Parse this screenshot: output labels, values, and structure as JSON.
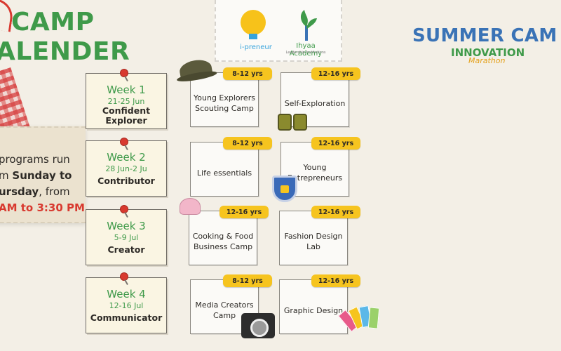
{
  "title": {
    "line1": "CAMP",
    "line2": "ALENDER"
  },
  "note": {
    "line1": "programs run",
    "line2_pre": "m ",
    "line2_bold": "Sunday to",
    "line3_bold": "ursday",
    "line3_post": ", from",
    "line4": "AM to 3:30 PM"
  },
  "logos": {
    "left": "i-preneur",
    "right": "Ihyaa Academy",
    "right_sub": "Leadership Institutions"
  },
  "summer": {
    "title": "SUMMER CAM",
    "subtitle": "INNOVATION",
    "script": "Marathon"
  },
  "colors": {
    "green": "#3f9a4a",
    "yellow": "#f6c41f",
    "blue": "#3a73b6",
    "red": "#d8392f"
  },
  "weeks": [
    {
      "label": "Week 1",
      "dates": "21-25 Jun",
      "name": "Confident Explorer"
    },
    {
      "label": "Week 2",
      "dates": "28 Jun-2 Ju",
      "name": "Contributor"
    },
    {
      "label": "Week 3",
      "dates": "5-9 Jul",
      "name": "Creator"
    },
    {
      "label": "Week 4",
      "dates": "12-16 Jul",
      "name": "Communicator"
    }
  ],
  "programs": [
    {
      "age": "8-12 yrs",
      "title": "Young Explorers Scouting Camp"
    },
    {
      "age": "12-16 yrs",
      "title": "Self-Exploration"
    },
    {
      "age": "8-12 yrs",
      "title": "Life essentials"
    },
    {
      "age": "12-16 yrs",
      "title": "Young Entrepreneurs"
    },
    {
      "age": "12-16 yrs",
      "title": "Cooking & Food Business Camp"
    },
    {
      "age": "12-16 yrs",
      "title": "Fashion Design Lab"
    },
    {
      "age": "8-12 yrs",
      "title": "Media Creators Camp"
    },
    {
      "age": "12-16 yrs",
      "title": "Graphic Design"
    }
  ]
}
